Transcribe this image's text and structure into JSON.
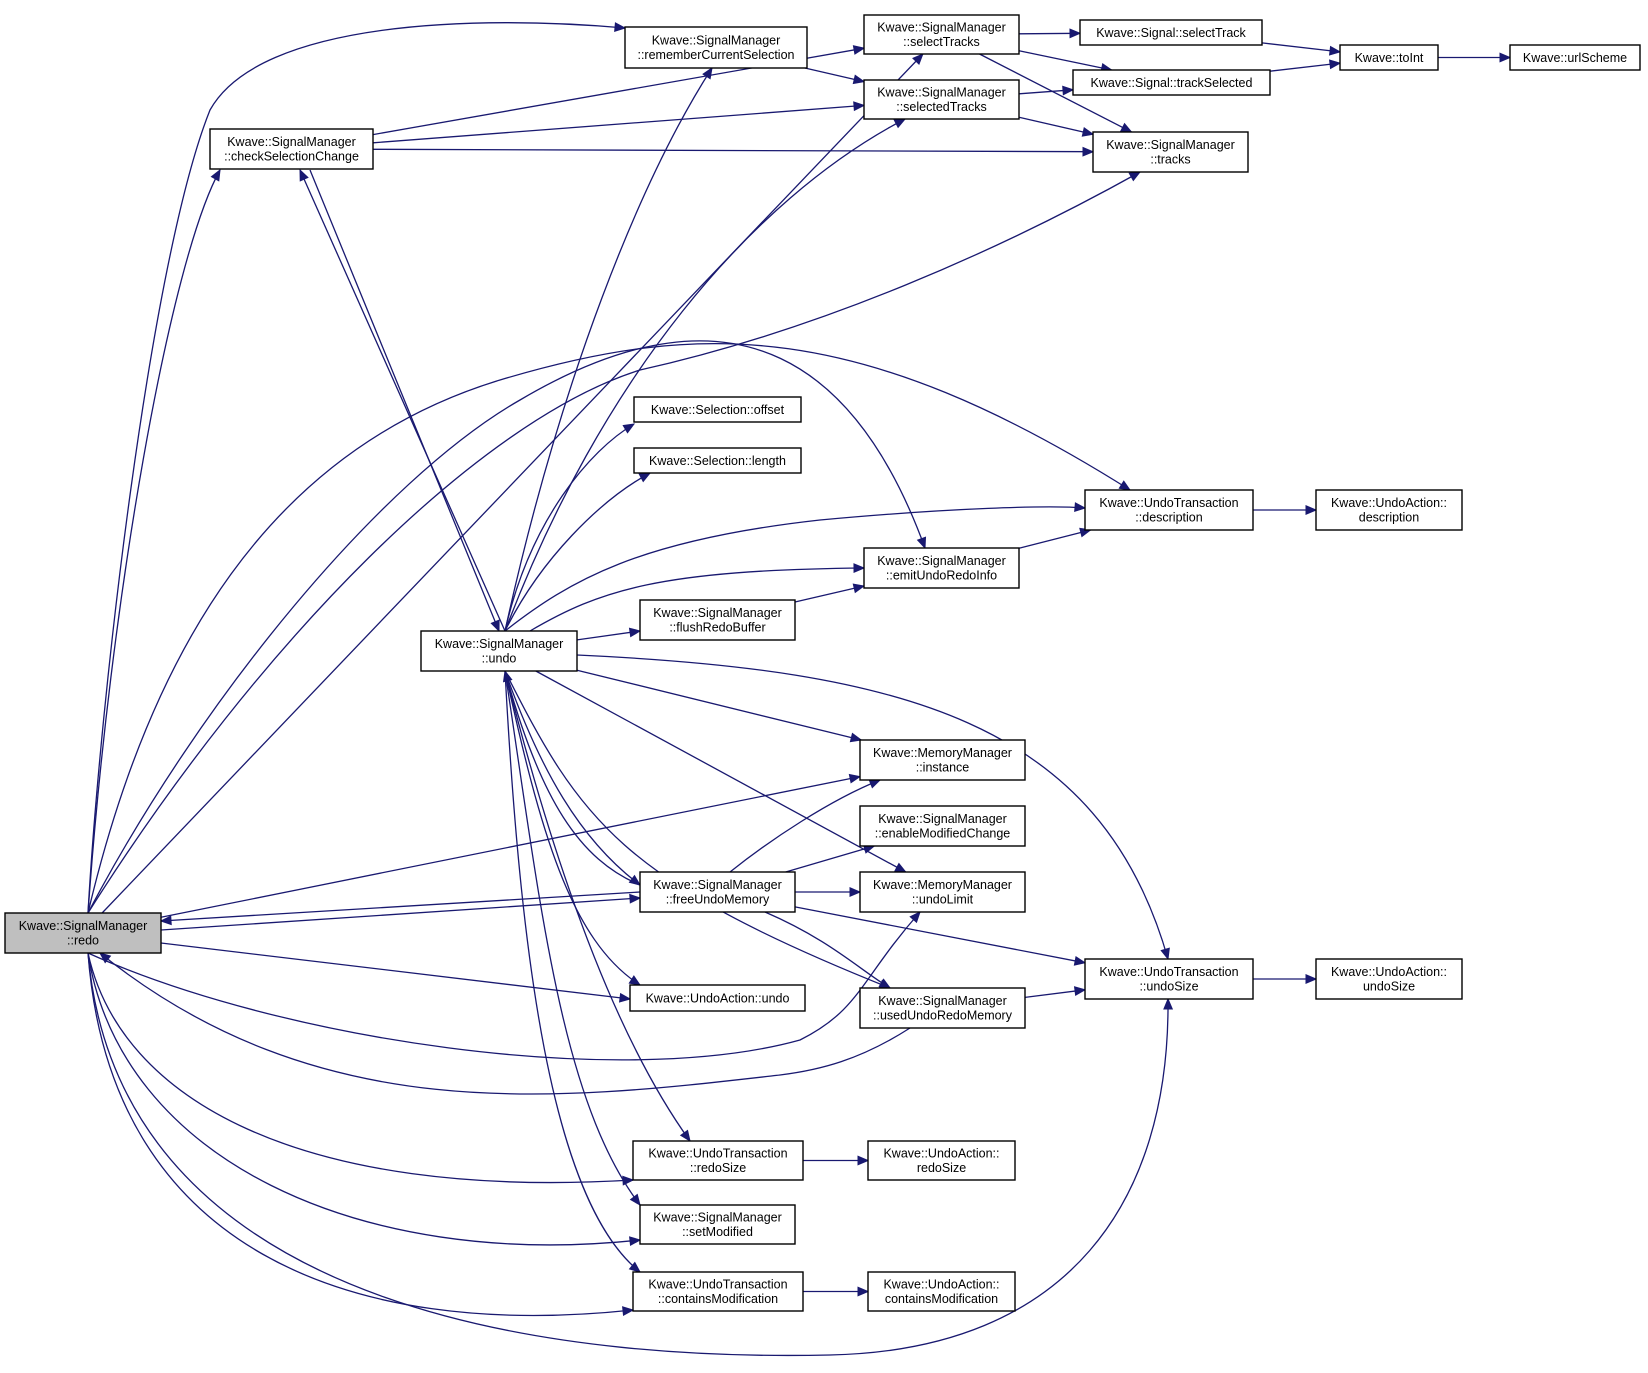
{
  "nodes": [
    {
      "id": "redo",
      "lines": [
        "Kwave::SignalManager",
        "::redo"
      ],
      "root": true
    },
    {
      "id": "checkSelectionChange",
      "lines": [
        "Kwave::SignalManager",
        "::checkSelectionChange"
      ]
    },
    {
      "id": "rememberCurrentSelection",
      "lines": [
        "Kwave::SignalManager",
        "::rememberCurrentSelection"
      ]
    },
    {
      "id": "selectTracks",
      "lines": [
        "Kwave::SignalManager",
        "::selectTracks"
      ]
    },
    {
      "id": "selectedTracks",
      "lines": [
        "Kwave::SignalManager",
        "::selectedTracks"
      ]
    },
    {
      "id": "signalSelectTrack",
      "lines": [
        "Kwave::Signal::selectTrack"
      ]
    },
    {
      "id": "signalTrackSelected",
      "lines": [
        "Kwave::Signal::trackSelected"
      ]
    },
    {
      "id": "toInt",
      "lines": [
        "Kwave::toInt"
      ]
    },
    {
      "id": "urlScheme",
      "lines": [
        "Kwave::urlScheme"
      ]
    },
    {
      "id": "tracks",
      "lines": [
        "Kwave::SignalManager",
        "::tracks"
      ]
    },
    {
      "id": "selOffset",
      "lines": [
        "Kwave::Selection::offset"
      ]
    },
    {
      "id": "selLength",
      "lines": [
        "Kwave::Selection::length"
      ]
    },
    {
      "id": "utDescription",
      "lines": [
        "Kwave::UndoTransaction",
        "::description"
      ]
    },
    {
      "id": "uaDescription",
      "lines": [
        "Kwave::UndoAction::",
        "description"
      ]
    },
    {
      "id": "emitUndoRedoInfo",
      "lines": [
        "Kwave::SignalManager",
        "::emitUndoRedoInfo"
      ]
    },
    {
      "id": "flushRedoBuffer",
      "lines": [
        "Kwave::SignalManager",
        "::flushRedoBuffer"
      ]
    },
    {
      "id": "undo",
      "lines": [
        "Kwave::SignalManager",
        "::undo"
      ]
    },
    {
      "id": "mmInstance",
      "lines": [
        "Kwave::MemoryManager",
        "::instance"
      ]
    },
    {
      "id": "enableModifiedChange",
      "lines": [
        "Kwave::SignalManager",
        "::enableModifiedChange"
      ]
    },
    {
      "id": "freeUndoMemory",
      "lines": [
        "Kwave::SignalManager",
        "::freeUndoMemory"
      ]
    },
    {
      "id": "mmUndoLimit",
      "lines": [
        "Kwave::MemoryManager",
        "::undoLimit"
      ]
    },
    {
      "id": "utUndoSize",
      "lines": [
        "Kwave::UndoTransaction",
        "::undoSize"
      ]
    },
    {
      "id": "uaUndoSize",
      "lines": [
        "Kwave::UndoAction::",
        "undoSize"
      ]
    },
    {
      "id": "uaUndo",
      "lines": [
        "Kwave::UndoAction::undo"
      ]
    },
    {
      "id": "usedUndoRedoMemory",
      "lines": [
        "Kwave::SignalManager",
        "::usedUndoRedoMemory"
      ]
    },
    {
      "id": "utRedoSize",
      "lines": [
        "Kwave::UndoTransaction",
        "::redoSize"
      ]
    },
    {
      "id": "uaRedoSize",
      "lines": [
        "Kwave::UndoAction::",
        "redoSize"
      ]
    },
    {
      "id": "setModified",
      "lines": [
        "Kwave::SignalManager",
        "::setModified"
      ]
    },
    {
      "id": "utContainsModification",
      "lines": [
        "Kwave::UndoTransaction",
        "::containsModification"
      ]
    },
    {
      "id": "uaContainsModification",
      "lines": [
        "Kwave::UndoAction::",
        "containsModification"
      ]
    }
  ],
  "edges": [
    [
      "redo",
      "checkSelectionChange"
    ],
    [
      "redo",
      "rememberCurrentSelection"
    ],
    [
      "redo",
      "selectTracks"
    ],
    [
      "redo",
      "tracks"
    ],
    [
      "redo",
      "utDescription"
    ],
    [
      "redo",
      "emitUndoRedoInfo"
    ],
    [
      "redo",
      "mmInstance"
    ],
    [
      "redo",
      "freeUndoMemory"
    ],
    [
      "redo",
      "mmUndoLimit"
    ],
    [
      "redo",
      "uaUndo"
    ],
    [
      "redo",
      "utRedoSize"
    ],
    [
      "redo",
      "setModified"
    ],
    [
      "redo",
      "utContainsModification"
    ],
    [
      "redo",
      "utUndoSize"
    ],
    [
      "checkSelectionChange",
      "selectTracks"
    ],
    [
      "checkSelectionChange",
      "selectedTracks"
    ],
    [
      "checkSelectionChange",
      "tracks"
    ],
    [
      "checkSelectionChange",
      "undo"
    ],
    [
      "rememberCurrentSelection",
      "selectedTracks"
    ],
    [
      "selectTracks",
      "signalSelectTrack"
    ],
    [
      "selectTracks",
      "signalTrackSelected"
    ],
    [
      "selectTracks",
      "tracks"
    ],
    [
      "selectedTracks",
      "signalTrackSelected"
    ],
    [
      "selectedTracks",
      "tracks"
    ],
    [
      "signalSelectTrack",
      "toInt"
    ],
    [
      "signalTrackSelected",
      "toInt"
    ],
    [
      "toInt",
      "urlScheme"
    ],
    [
      "utDescription",
      "uaDescription"
    ],
    [
      "emitUndoRedoInfo",
      "utDescription"
    ],
    [
      "flushRedoBuffer",
      "emitUndoRedoInfo"
    ],
    [
      "undo",
      "checkSelectionChange"
    ],
    [
      "undo",
      "rememberCurrentSelection"
    ],
    [
      "undo",
      "selectedTracks"
    ],
    [
      "undo",
      "selOffset"
    ],
    [
      "undo",
      "selLength"
    ],
    [
      "undo",
      "utDescription"
    ],
    [
      "undo",
      "emitUndoRedoInfo"
    ],
    [
      "undo",
      "flushRedoBuffer"
    ],
    [
      "undo",
      "utUndoSize"
    ],
    [
      "undo",
      "mmInstance"
    ],
    [
      "undo",
      "mmUndoLimit"
    ],
    [
      "undo",
      "freeUndoMemory"
    ],
    [
      "undo",
      "usedUndoRedoMemory"
    ],
    [
      "undo",
      "uaUndo"
    ],
    [
      "undo",
      "utRedoSize"
    ],
    [
      "undo",
      "setModified"
    ],
    [
      "undo",
      "utContainsModification"
    ],
    [
      "freeUndoMemory",
      "mmInstance"
    ],
    [
      "freeUndoMemory",
      "enableModifiedChange"
    ],
    [
      "freeUndoMemory",
      "mmUndoLimit"
    ],
    [
      "freeUndoMemory",
      "utUndoSize"
    ],
    [
      "freeUndoMemory",
      "usedUndoRedoMemory"
    ],
    [
      "freeUndoMemory",
      "undo"
    ],
    [
      "freeUndoMemory",
      "redo"
    ],
    [
      "usedUndoRedoMemory",
      "utUndoSize"
    ],
    [
      "usedUndoRedoMemory",
      "redo"
    ],
    [
      "utUndoSize",
      "uaUndoSize"
    ],
    [
      "utRedoSize",
      "uaRedoSize"
    ],
    [
      "utContainsModification",
      "uaContainsModification"
    ]
  ]
}
